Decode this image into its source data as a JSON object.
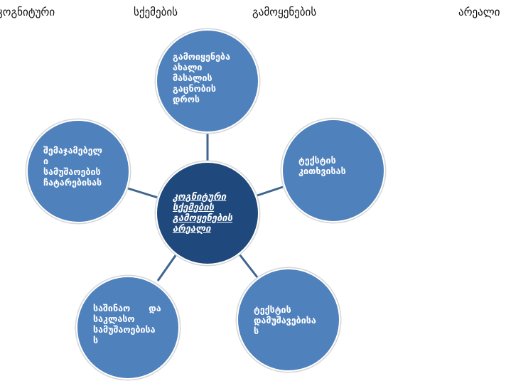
{
  "title_words": [
    "კოგნიტური",
    "სქემების",
    "გამოყენების",
    "არეალი"
  ],
  "center": {
    "lines": [
      "კოგნიტური",
      "სქემების",
      "გამოყენების",
      "არეალი"
    ]
  },
  "nodes": [
    {
      "lines": [
        "გამოიყენება",
        "ახალი",
        "მასალის",
        "გაცნობის",
        "დროს"
      ]
    },
    {
      "lines": [
        "ტექსტის",
        "კითხვისას"
      ]
    },
    {
      "lines": [
        "ტექსტის",
        "დამუშავებისა",
        "ს"
      ]
    },
    {
      "lines": [
        "საშინაო      და",
        "საკლასო",
        "სამუშაოებისა",
        "ს"
      ]
    },
    {
      "lines": [
        "შემაჯამებელ",
        "ი",
        "სამუშაოების",
        "ჩატარებისას"
      ]
    }
  ],
  "colors": {
    "node": "#4f81bd",
    "center": "#1f497d",
    "connector": "#3f6690"
  }
}
